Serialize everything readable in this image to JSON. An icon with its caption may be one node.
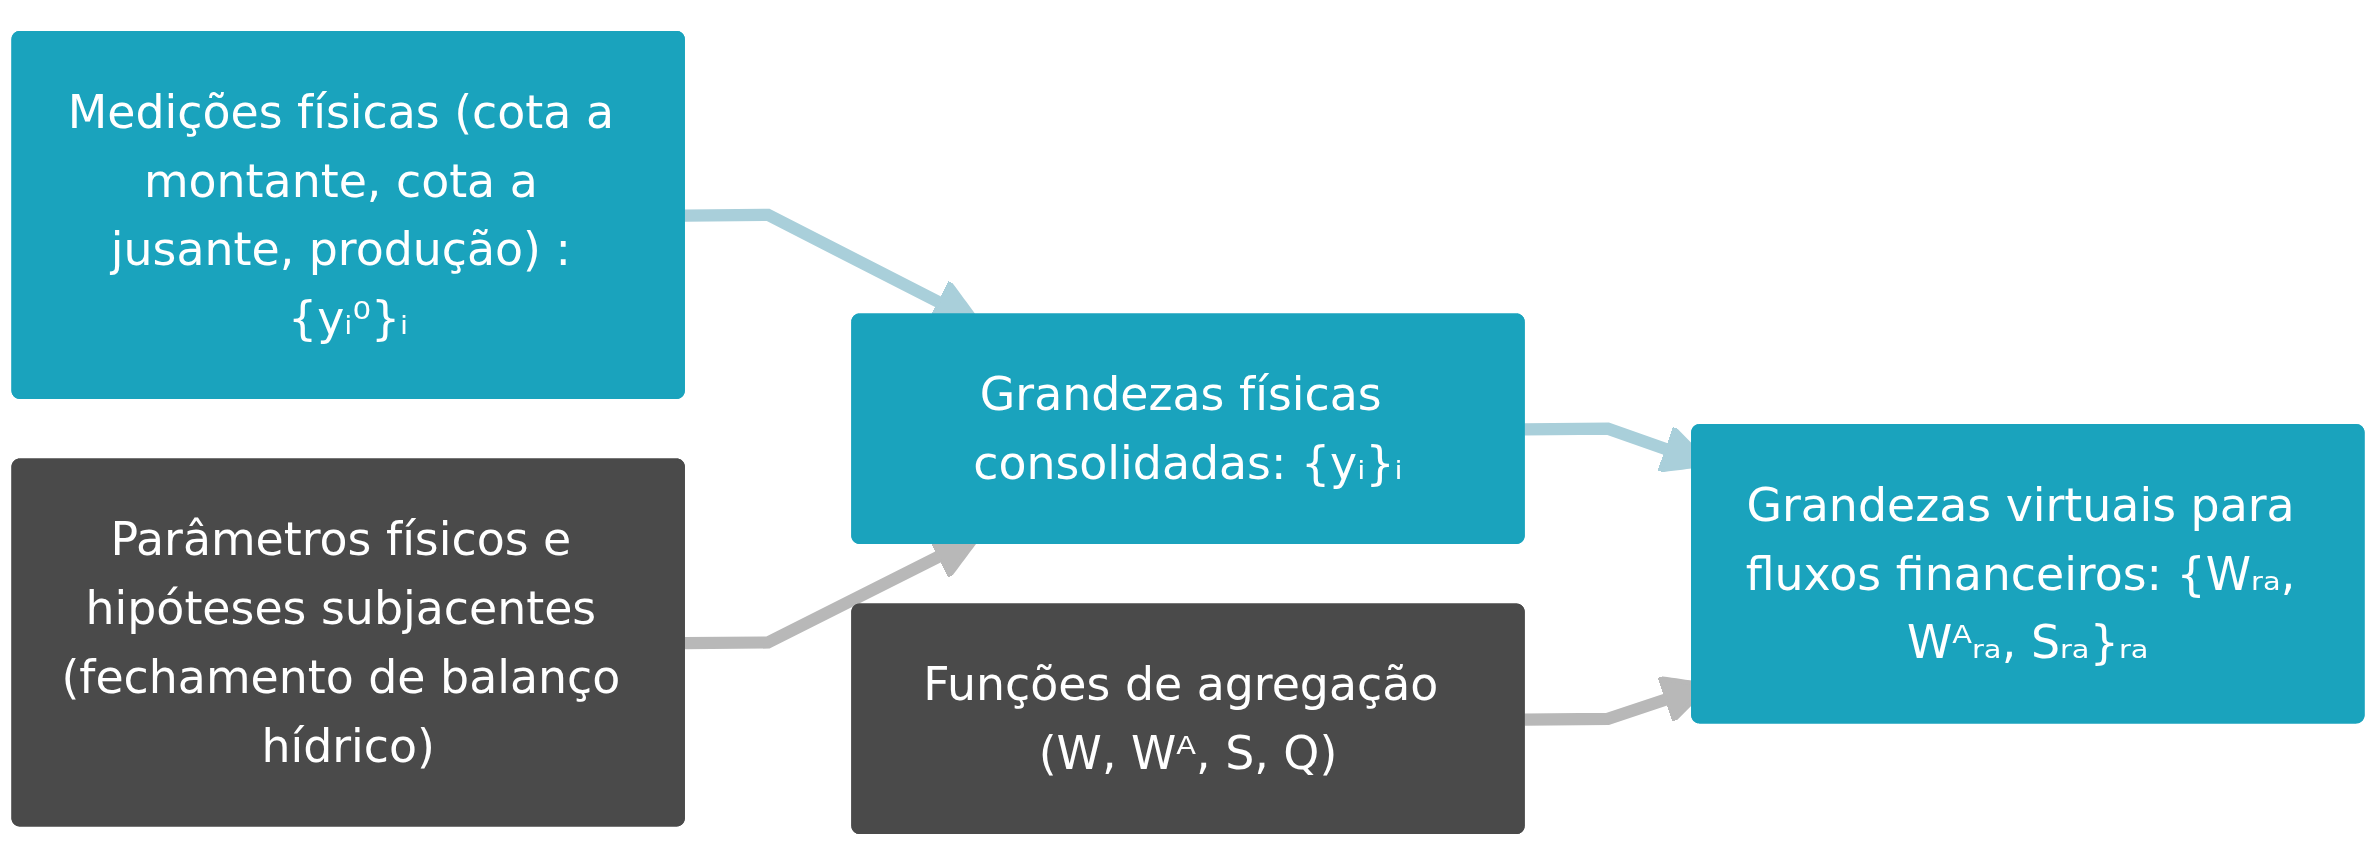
{
  "diagram": {
    "nodes": [
      {
        "text": [
          "Medições físicas (cota a montante, cota a jusante, produção) : {yᵢ⁰}ᵢ"
        ]
      },
      {
        "text": [
          "Parâmetros físicos e hipóteses subjacentes (fechamento de balanço hídrico)"
        ]
      },
      {
        "text": [
          "Grandezas físicas consolidadas: {yᵢ}ᵢ"
        ]
      },
      {
        "text": [
          "Funções de agregação (W, Wᴬ, S, Q)"
        ]
      },
      {
        "text": [
          "Grandezas virtuais para fluxos financeiros: {Wᵣₐ, Wᴬᵣₐ, Sᵣₐ}ᵣₐ"
        ]
      }
    ],
    "edges": [
      {
        "from": 0,
        "to": 2,
        "arrow": "to",
        "color": "#a9cfda"
      },
      {
        "from": 1,
        "to": 2,
        "arrow": "to",
        "color": "#b8b8b8"
      },
      {
        "from": 2,
        "to": 4,
        "arrow": "to",
        "color": "#a9cfda"
      },
      {
        "from": 3,
        "to": 4,
        "arrow": "to",
        "color": "#b8b8b8"
      }
    ]
  }
}
